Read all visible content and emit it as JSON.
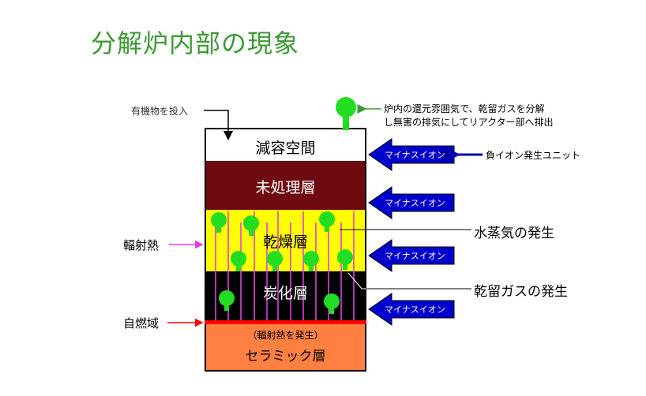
{
  "title": "分解炉内部の現象",
  "labels": {
    "input_organic": "有機物を投入",
    "top_note_line1": "炉内の還元雰囲気で、乾留ガスを分解",
    "top_note_line2": "し無害の排気にしてリアクター部へ排出",
    "ion_unit": "負イオン発生ユニット",
    "radiant_heat": "輻射熱",
    "self_combustion": "自燃域",
    "steam": "水蒸気の発生",
    "dry_gas": "乾留ガスの発生"
  },
  "layers": {
    "decompression": "減容空間",
    "untreated": "未処理層",
    "drying": "乾燥層",
    "carbonization": "炭化層",
    "ceramic_note": "（輻射熱を発生）",
    "ceramic": "セラミック層"
  },
  "arrows": {
    "minus_ion": "マイナスイオン"
  },
  "colors": {
    "title": "#3d9a33",
    "decompression": "#ffffff",
    "untreated": "#6e0a10",
    "drying": "#ffff00",
    "carbonization": "#000000",
    "ceramic": "#ff8040",
    "combustion_line": "#ff0000",
    "heat_lines": "#e040e0",
    "particles": "#22dd22",
    "ion_arrow": "#0000cc"
  }
}
